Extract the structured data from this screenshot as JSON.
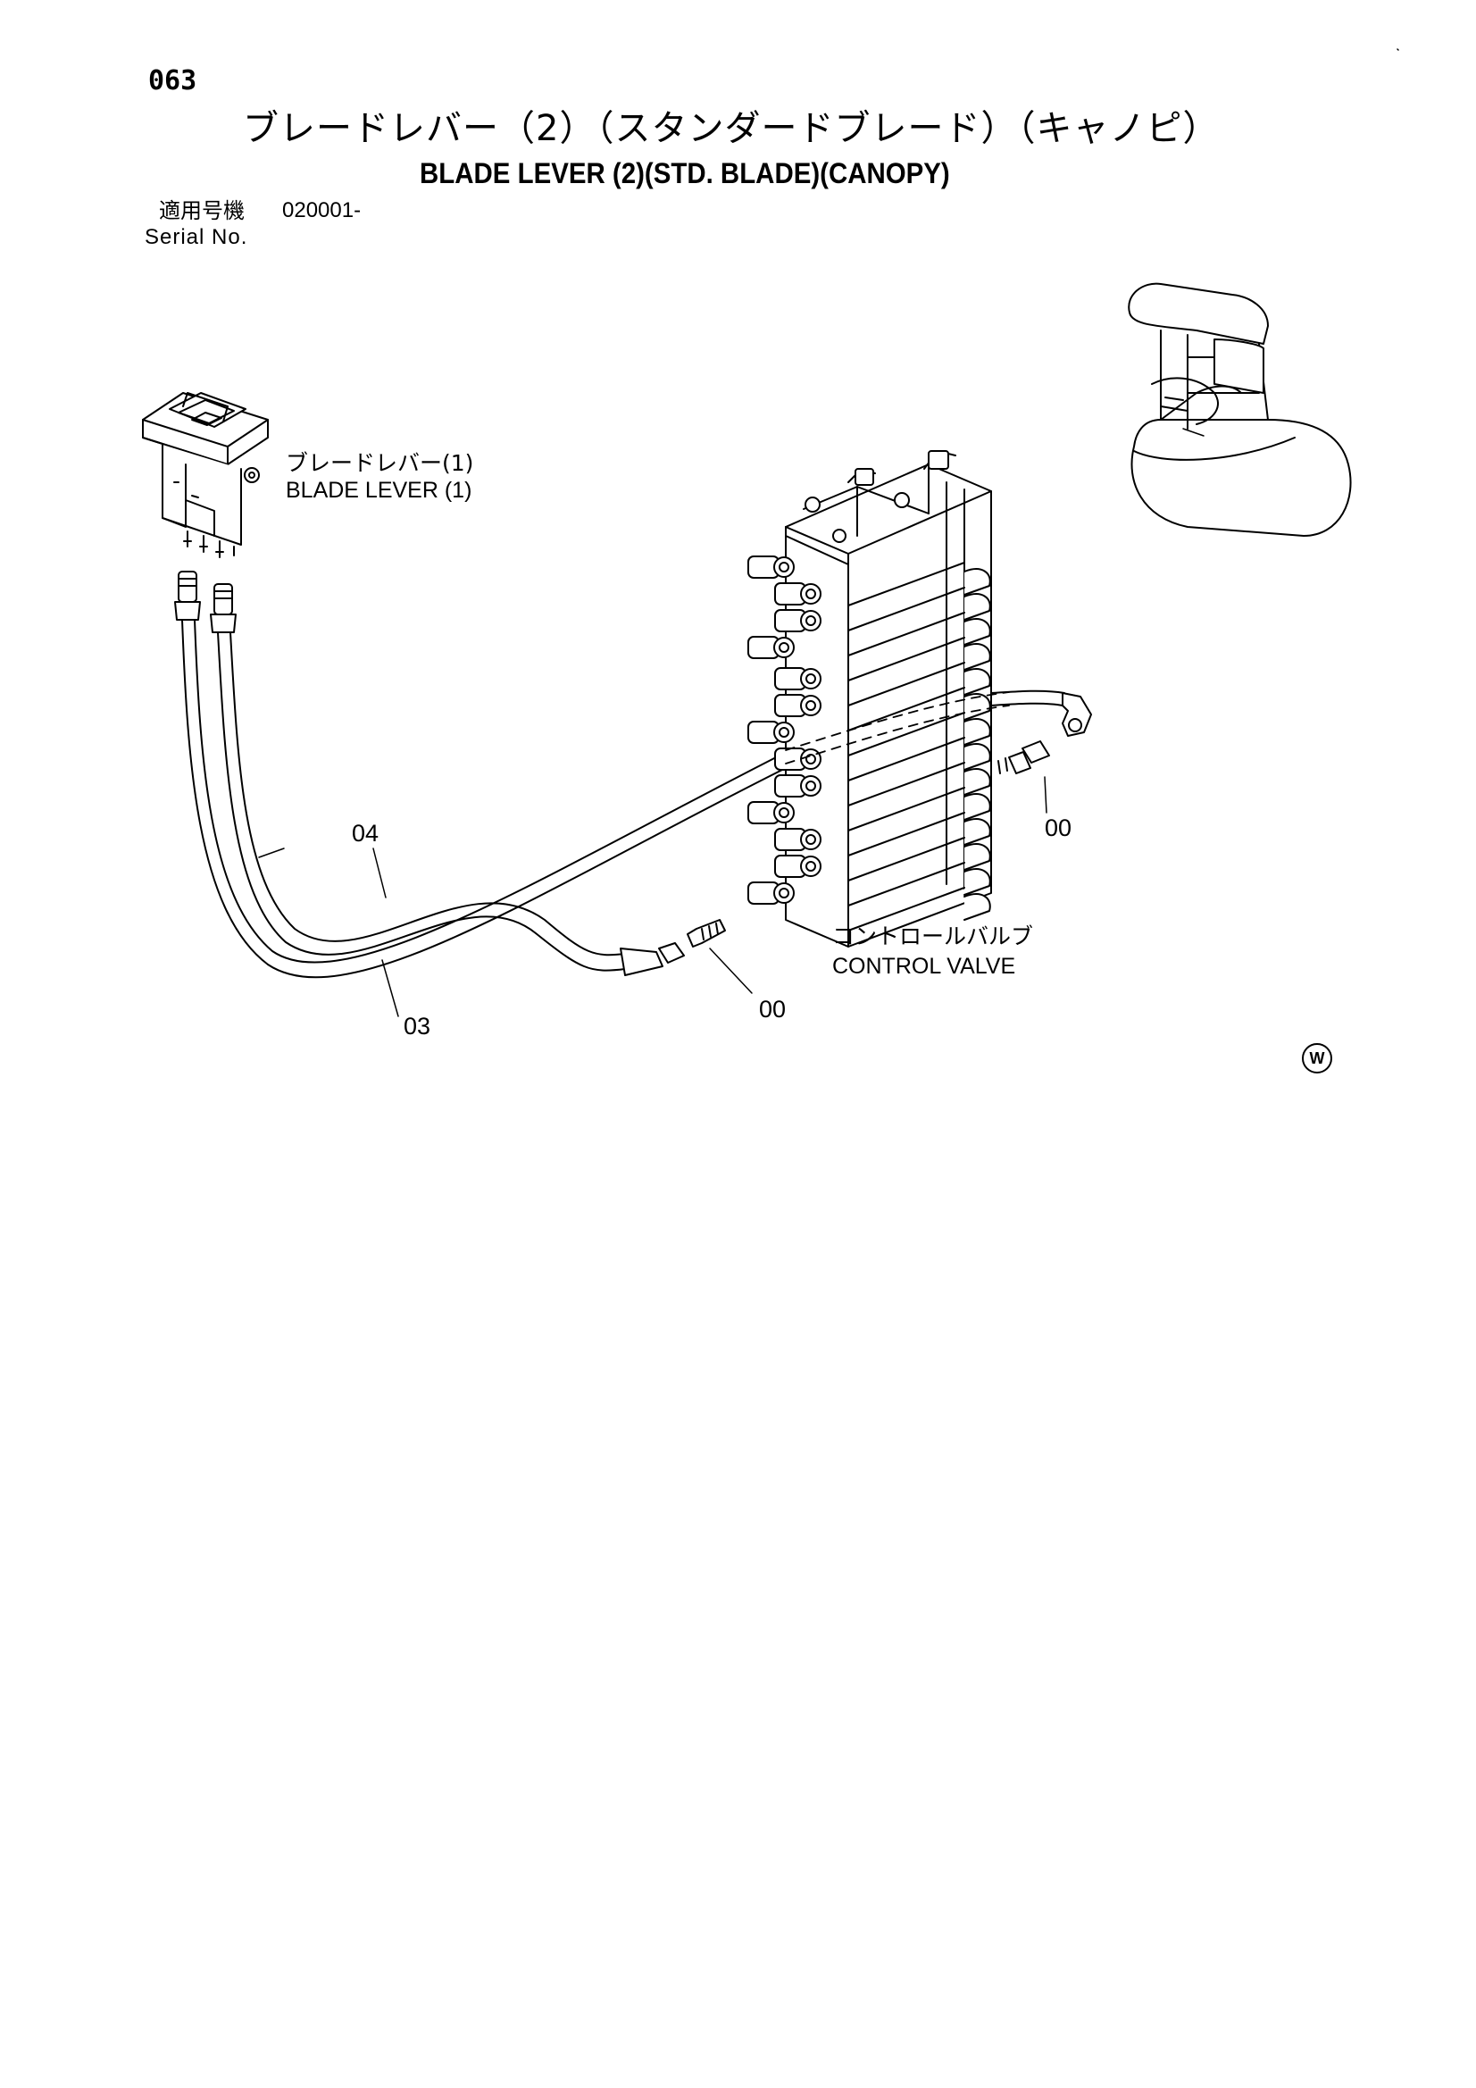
{
  "page": {
    "number": "063"
  },
  "title": {
    "jp": "ブレードレバー（2）（スタンダードブレード）（キャノピ）",
    "en": "BLADE LEVER (2)(STD. BLADE)(CANOPY)"
  },
  "serial": {
    "label_jp": "適用号機",
    "value": "020001-",
    "label_en": "Serial No."
  },
  "labels": {
    "blade_lever_jp": "ブレードレバー(1)",
    "blade_lever_en": "BLADE LEVER (1)",
    "control_valve_jp": "コントロールバルブ",
    "control_valve_en": "CONTROL VALVE"
  },
  "callouts": {
    "hose_04": "04",
    "hose_03": "03",
    "fitting_right": "00",
    "fitting_bottom": "00"
  },
  "watermark": "W"
}
